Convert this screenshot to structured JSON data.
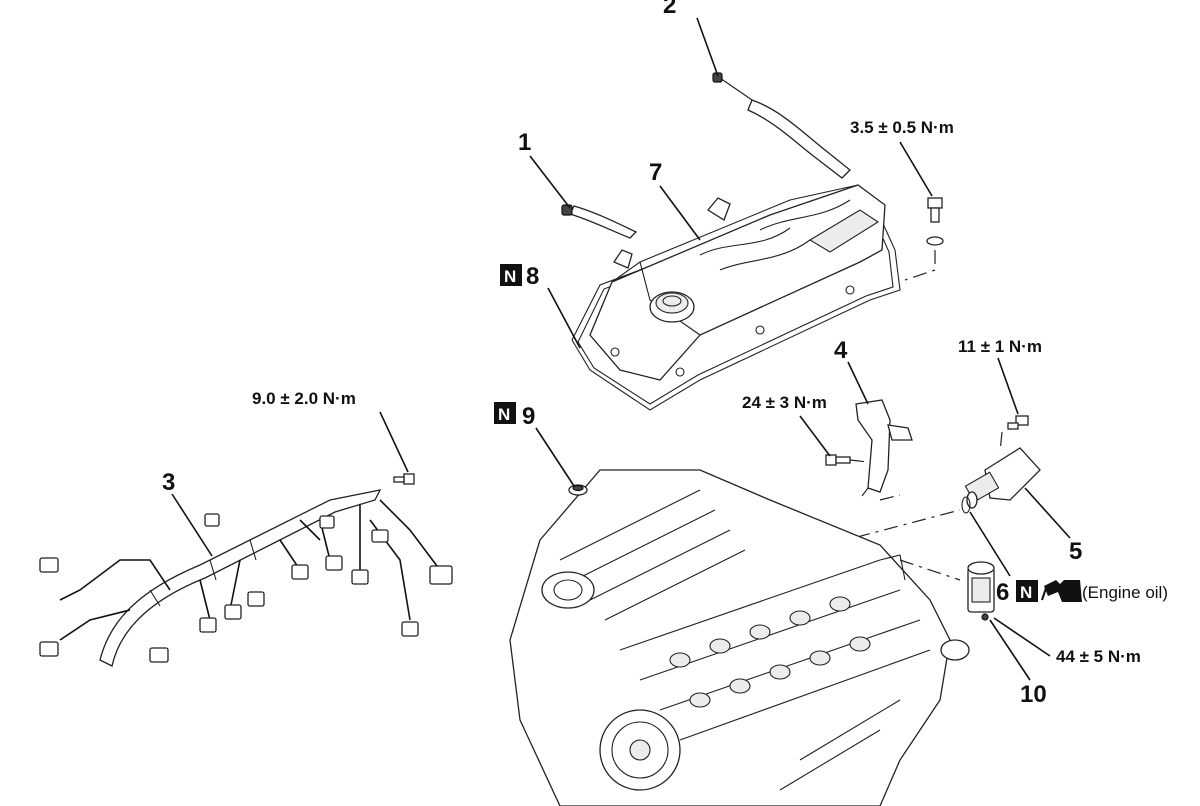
{
  "callouts": {
    "c1": "1",
    "c2": "2",
    "c3": "3",
    "c4": "4",
    "c5": "5",
    "c6": "6",
    "c7": "7",
    "c8": "8",
    "c9": "9",
    "c10": "10"
  },
  "new_part_badge": "N",
  "torques": {
    "t_cover_bolt": "3.5 ± 0.5 N·m",
    "t_harness_bolt": "9.0 ± 2.0 N·m",
    "t_bracket_bolt": "24 ± 3 N·m",
    "t_solenoid_bolt": "11 ± 1 N·m",
    "t_filter": "44 ± 5 N·m"
  },
  "notes": {
    "engine_oil": "(Engine oil)"
  },
  "icons": {
    "new_part": "new-part-badge-icon",
    "oil_can": "oil-can-icon"
  },
  "colors": {
    "ink": "#111111",
    "badge_bg": "#111111",
    "badge_fg": "#ffffff",
    "background": "#ffffff"
  }
}
